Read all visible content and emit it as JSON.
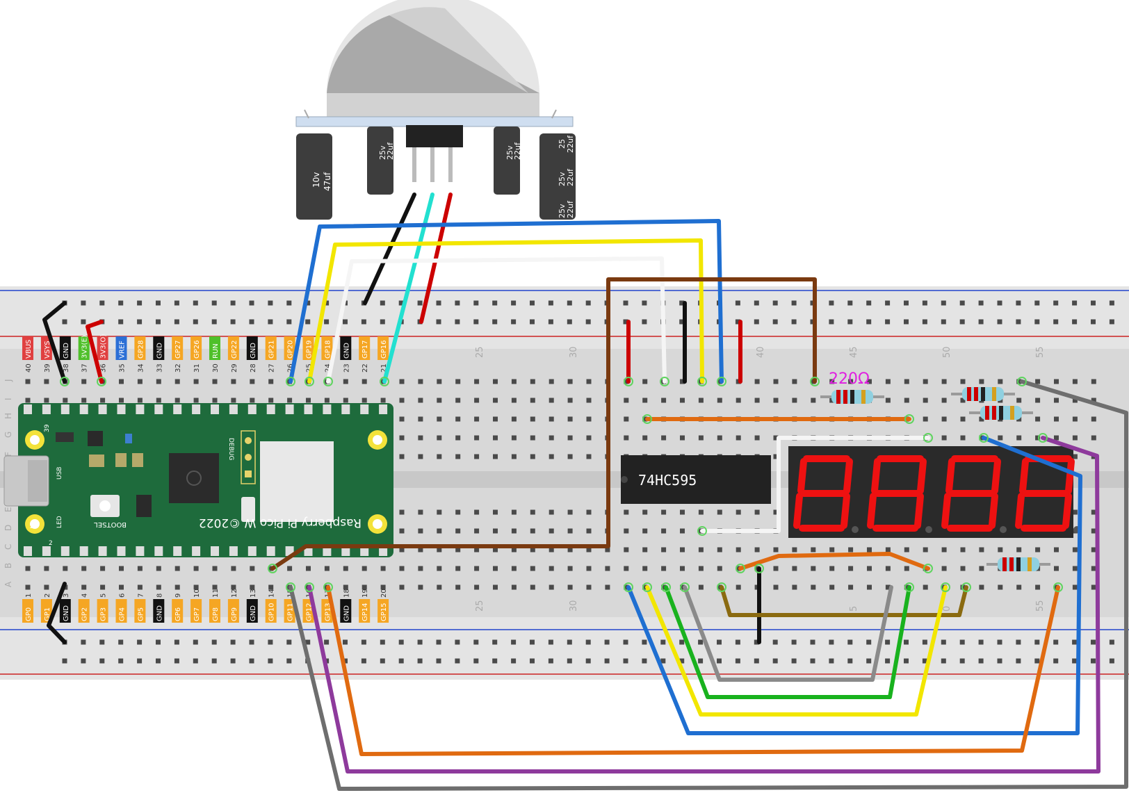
{
  "pico": {
    "brand_label": "Raspberry Pi Pico W ©2022",
    "bootsel_label": "BOOTSEL",
    "usb_label": "USB",
    "led_label": "LED",
    "debug_label": "DEBUG",
    "top_pin_labels": [
      "VBUS",
      "VSYS",
      "GND",
      "3V3(E)",
      "3V3(O)",
      "VREF",
      "GP28",
      "GND",
      "GP27",
      "GP26",
      "RUN",
      "GP22",
      "GND",
      "GP21",
      "GP20",
      "GP19",
      "GP18",
      "GND",
      "GP17",
      "GP16"
    ],
    "top_pin_numbers": [
      "40",
      "39",
      "38",
      "37",
      "36",
      "35",
      "34",
      "33",
      "32",
      "31",
      "30",
      "29",
      "28",
      "27",
      "26",
      "25",
      "24",
      "23",
      "22",
      "21"
    ],
    "bottom_pin_labels": [
      "GP0",
      "GP1",
      "GND",
      "GP2",
      "GP3",
      "GP4",
      "GP5",
      "GND",
      "GP6",
      "GP7",
      "GP8",
      "GP9",
      "GND",
      "GP10",
      "GP11",
      "GP12",
      "GP13",
      "GND",
      "GP14",
      "GP15"
    ],
    "bottom_pin_numbers": [
      "1",
      "2",
      "3",
      "4",
      "5",
      "6",
      "7",
      "8",
      "9",
      "10",
      "11",
      "12",
      "13",
      "14",
      "15",
      "16",
      "17",
      "18",
      "19",
      "20"
    ],
    "corner_pin_top": "39",
    "corner_pin_bottom_1": "1",
    "corner_pin_bottom_2": "2"
  },
  "breadboard": {
    "row_letters_top": [
      "J",
      "I",
      "H",
      "G",
      "F"
    ],
    "row_letters_bottom": [
      "E",
      "D",
      "C",
      "B",
      "A"
    ],
    "column_marks_top": [
      "25",
      "30",
      "40",
      "45",
      "50",
      "55"
    ],
    "column_marks_bottom": [
      "25",
      "30",
      "5",
      "0",
      "55"
    ]
  },
  "chip": {
    "label": "74HC595"
  },
  "resistor": {
    "label": "220Ω"
  },
  "pir": {
    "cap_left": [
      "10v",
      "47uf"
    ],
    "cap_mid_left": [
      "25v",
      "22uf"
    ],
    "cap_mid_right": [
      "25v",
      "22uf"
    ],
    "cap_right_top": [
      "25",
      "22uf"
    ],
    "cap_right_mid": [
      "25v",
      "22uf"
    ],
    "cap_right_bottom": [
      "25v",
      "22uf"
    ]
  },
  "colors": {
    "board_green": "#1e6b3c",
    "header_orange": "#f5a623",
    "wire_red": "#cc0000",
    "wire_blue": "#1f6fd1",
    "wire_yellow": "#f2e600",
    "wire_brown": "#7a3a10",
    "wire_orange": "#e06a10",
    "wire_cyan": "#22e0d0",
    "wire_purple": "#8e3a9c",
    "wire_gray": "#7a7a7a",
    "wire_green": "#19b21e",
    "segment_red": "#ee1111",
    "display_bg": "#2a2a2a"
  }
}
